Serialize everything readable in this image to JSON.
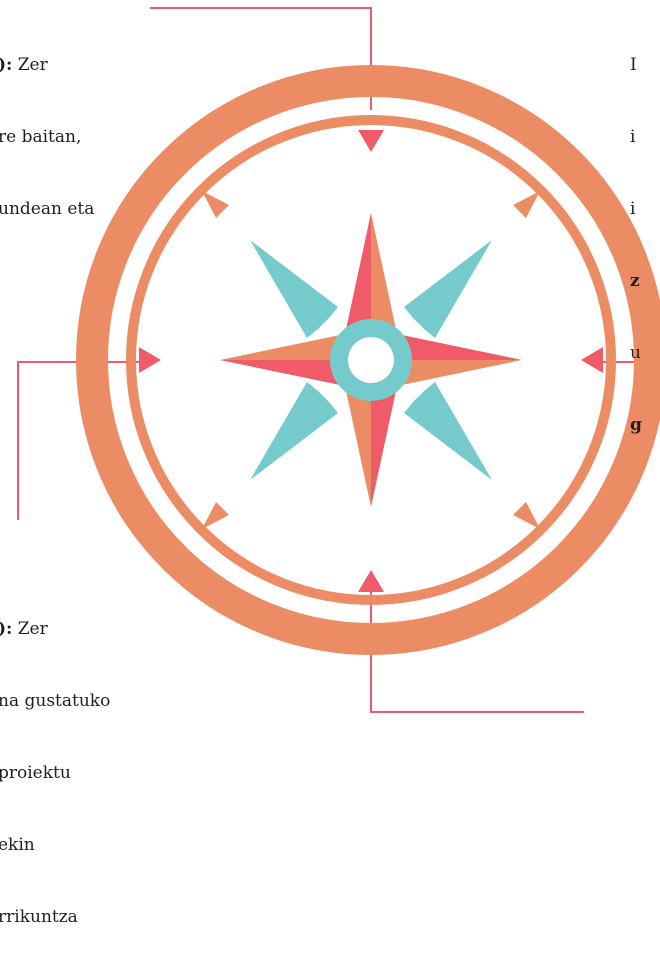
{
  "colors": {
    "ring": "#EC8C65",
    "red": "#EF5B68",
    "teal": "#75CBCC",
    "background": "#FFFFFF",
    "text": "#1F1F1F"
  },
  "texts": {
    "top_left": {
      "bold": "):",
      "lines": [
        " Zer",
        "re baitan,",
        "undean eta"
      ]
    },
    "top_right": {
      "lines": [
        "I",
        "i",
        "i",
        "z",
        "u",
        "g"
      ]
    },
    "bottom_left": {
      "bold": "):",
      "lines": [
        " Zer",
        "na gustatuko",
        "proiektu",
        "ekin",
        "rrikuntza"
      ]
    }
  }
}
